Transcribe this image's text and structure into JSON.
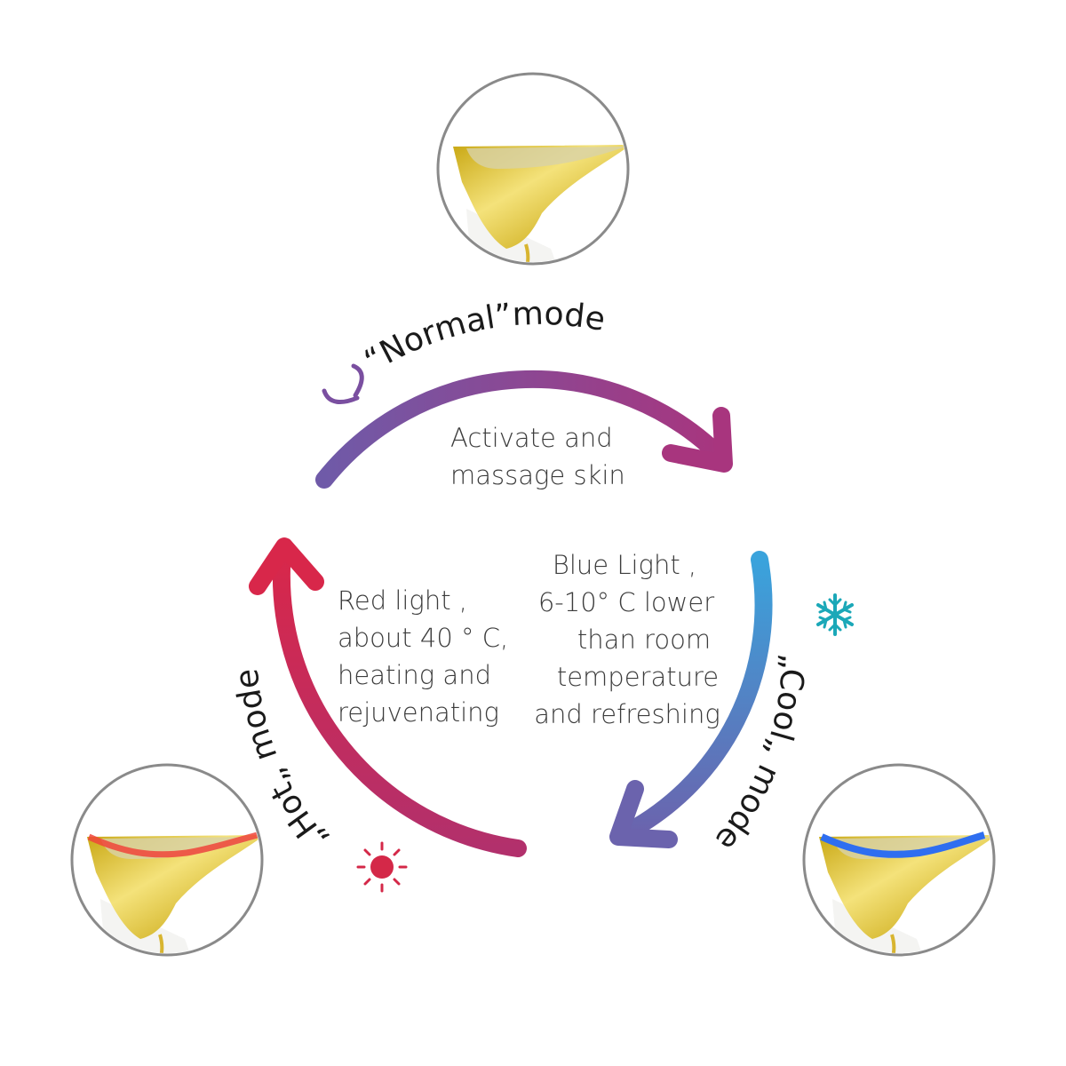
{
  "modes": {
    "normal": {
      "title": "“Normal”mode",
      "desc": [
        "Activate and",
        "massage skin"
      ],
      "icon": "wave-swirl-icon",
      "color_start": "#6f5aa8",
      "color_end": "#a8357e"
    },
    "cool": {
      "title": "„Cool„ mode",
      "desc": [
        "Blue Light ,",
        "6-10° C lower",
        "than room",
        "temperature",
        "and refreshing"
      ],
      "icon": "snowflake-icon",
      "color_start": "#3aa3dc",
      "color_end": "#6b63ad",
      "icon_color": "#1ba8b8",
      "glow": "#2f6ef0"
    },
    "hot": {
      "title": "„Hot„ mode",
      "desc": [
        "Red light ,",
        "about 40 ° C,",
        "heating and",
        "rejuvenating"
      ],
      "icon": "sun-icon",
      "color_start": "#b2306c",
      "color_end": "#d8274a",
      "icon_color": "#d42848",
      "glow": "#f0443a"
    }
  }
}
